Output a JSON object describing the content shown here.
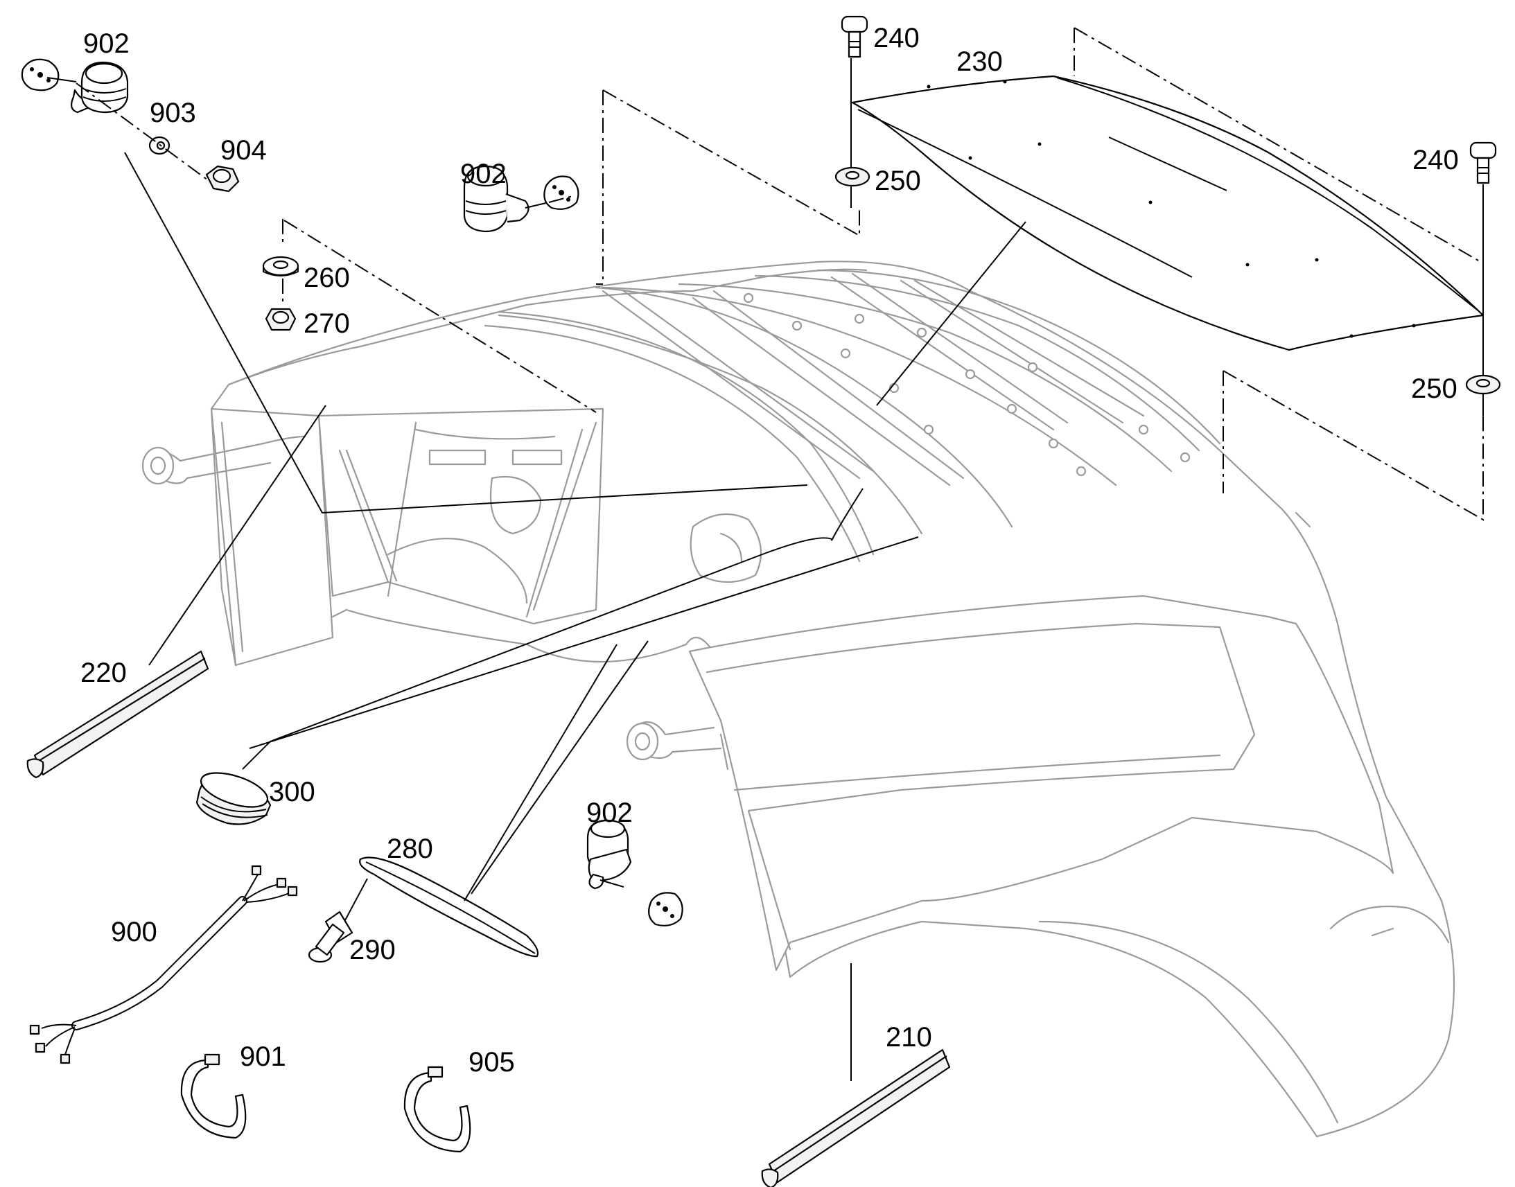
{
  "labels": {
    "l902a": "902",
    "l903": "903",
    "l904": "904",
    "l902b": "902",
    "l260": "260",
    "l270": "270",
    "l240a": "240",
    "l230": "230",
    "l250a": "250",
    "l240b": "240",
    "l250b": "250",
    "l220": "220",
    "l300": "300",
    "l280": "280",
    "l902c": "902",
    "l900": "900",
    "l290": "290",
    "l901": "901",
    "l905": "905",
    "l210": "210"
  }
}
